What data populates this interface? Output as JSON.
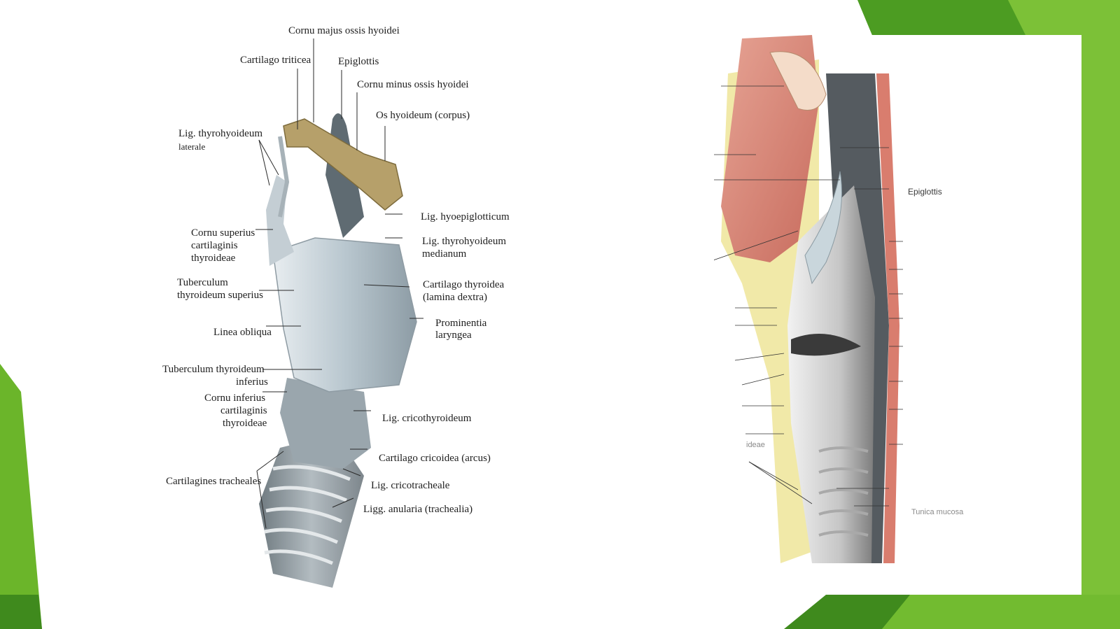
{
  "colors": {
    "accent_green": "#6bb52a",
    "accent_dark_green": "#3f8a1d",
    "cartilage": "#b9c7cf",
    "bone": "#b6a06a",
    "muscle": "#d9887a",
    "fat": "#f1e9a8"
  },
  "left_figure": {
    "labels": {
      "cornu_majus": "Cornu majus ossis hyoidei",
      "cartilago_triticea": "Cartilago triticea",
      "epiglottis": "Epiglottis",
      "cornu_minus": "Cornu minus ossis hyoidei",
      "os_hyoideum": "Os hyoideum (corpus)",
      "lig_thyrohyoideum_laterale_1": "Lig. thyrohyoideum",
      "lig_thyrohyoideum_laterale_2": "laterale",
      "lig_hyoepiglotticum": "Lig. hyoepiglotticum",
      "lig_thyrohyoideum_medianum_1": "Lig. thyrohyoideum",
      "lig_thyrohyoideum_medianum_2": "medianum",
      "cornu_superius_1": "Cornu superius",
      "cornu_superius_2": "cartilaginis",
      "cornu_superius_3": "thyroideae",
      "tuberculum_superius_1": "Tuberculum",
      "tuberculum_superius_2": "thyroideum superius",
      "cartilago_thyroidea_1": "Cartilago thyroidea",
      "cartilago_thyroidea_2": "(lamina dextra)",
      "prominentia_1": "Prominentia",
      "prominentia_2": "laryngea",
      "linea_obliqua": "Linea obliqua",
      "tuberculum_inferius_1": "Tuberculum thyroideum",
      "tuberculum_inferius_2": "inferius",
      "cornu_inferius_1": "Cornu inferius",
      "cornu_inferius_2": "cartilaginis",
      "cornu_inferius_3": "thyroideae",
      "lig_cricothyroideum": "Lig. cricothyroideum",
      "cartilago_cricoidea": "Cartilago cricoidea (arcus)",
      "cartilagines_tracheales": "Cartilagines tracheales",
      "lig_cricotracheale": "Lig. cricotracheale",
      "ligg_anularia": "Ligg. anularia (trachealia)"
    }
  },
  "right_figure": {
    "labels": {
      "epiglottis": "Epiglottis",
      "ideae": "ideae",
      "tunica_mucosa": "Tunica mucosa"
    }
  }
}
